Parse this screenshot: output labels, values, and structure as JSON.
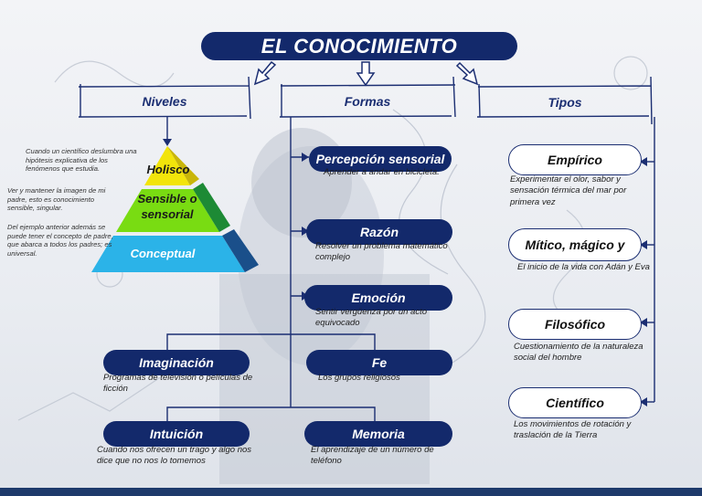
{
  "title": "EL CONOCIMIENTO",
  "headers": {
    "niveles": "Niveles",
    "formas": "Formas",
    "tipos": "Tipos"
  },
  "niveles": {
    "levels": [
      "Holisco",
      "Sensible o sensorial",
      "Conceptual"
    ],
    "descriptions": [
      "Cuando un científico deslumbra una hipótesis explicativa de los fenómenos que estudia.",
      "Ver y mantener la imagen de mi padre, esto es conocimiento sensible, singular.",
      "Del ejemplo anterior además se puede tener el concepto de padre, que abarca a todos los padres; es universal."
    ]
  },
  "formas": [
    {
      "label": "Percepción sensorial",
      "example": "Aprender a andar en bicicleta."
    },
    {
      "label": "Razón",
      "example": "Resolver un problema matemático complejo"
    },
    {
      "label": "Emoción",
      "example": "Sentir vergüenza por un acto equivocado"
    },
    {
      "label": "Imaginación",
      "example": "Programas de televisión o películas de ficción"
    },
    {
      "label": "Fe",
      "example": "Los grupos religiosos"
    },
    {
      "label": "Intuición",
      "example": "Cuando nos ofrecen un trago y algo nos dice que no nos lo tomemos"
    },
    {
      "label": "Memoria",
      "example": "El aprendizaje de un número de teléfono"
    }
  ],
  "tipos": [
    {
      "label": "Empírico",
      "example": "Experimentar el olor, sabor y sensación térmica del mar por primera vez"
    },
    {
      "label": "Mítico, mágico y",
      "example": "El inicio de la vida con Adán y Eva"
    },
    {
      "label": "Filosófico",
      "example": "Cuestionamiento de la naturaleza social del hombre"
    },
    {
      "label": "Científico",
      "example": "Los movimientos de rotación y traslación de la Tierra"
    }
  ],
  "colors": {
    "navy": "#13296b",
    "pyramid_top": "#f2e40b",
    "pyramid_mid": "#79dc12",
    "pyramid_base": "#2bb3e8"
  }
}
